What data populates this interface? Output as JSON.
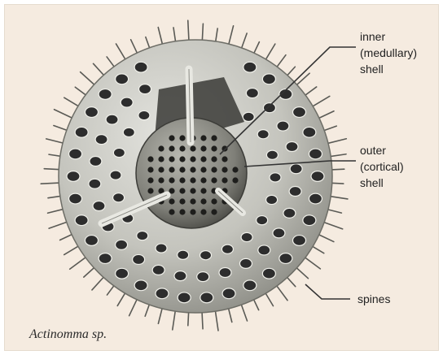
{
  "labels": {
    "inner": "inner\n(medullary)\nshell",
    "outer": "outer\n(cortical)\nshell",
    "spines": "spines"
  },
  "caption": "Actinomma sp.",
  "colors": {
    "background": "#f5ebe0",
    "shell": "#c9c9c3",
    "hole": "#2d2d2d",
    "leader": "#333333"
  }
}
